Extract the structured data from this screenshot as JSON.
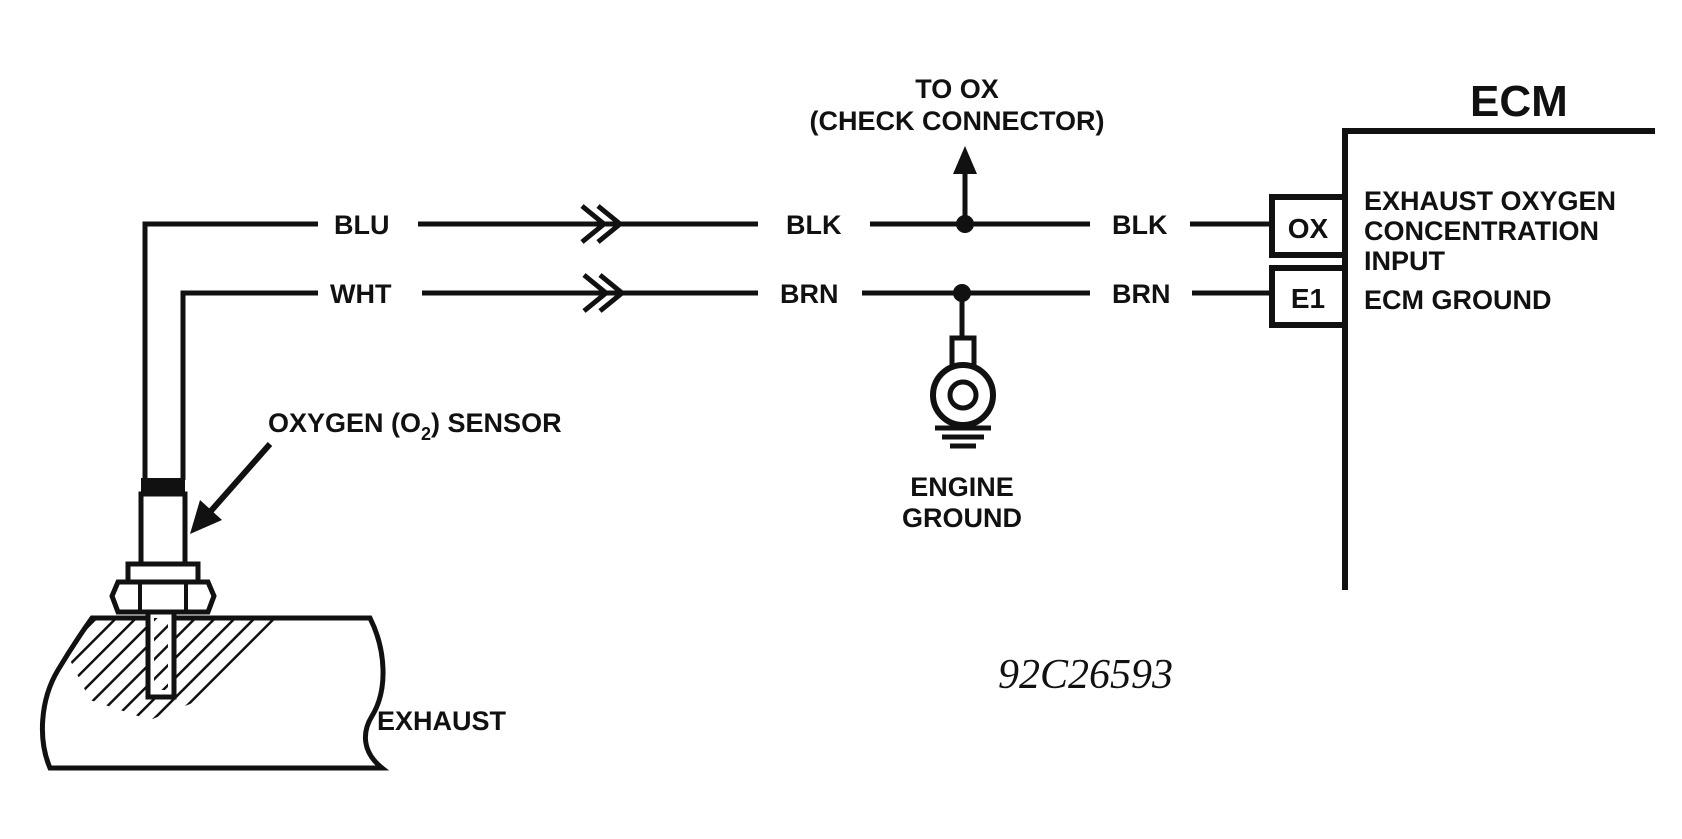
{
  "labels": {
    "to_ox_line1": "TO OX",
    "to_ox_line2": "(CHECK CONNECTOR)",
    "ecm": "ECM",
    "wire_blu": "BLU",
    "wire_wht": "WHT",
    "wire_blk_mid": "BLK",
    "wire_brn_mid": "BRN",
    "wire_blk_right": "BLK",
    "wire_brn_right": "BRN",
    "pin_ox": "OX",
    "pin_e1": "E1",
    "ox_desc_line1": "EXHAUST OXYGEN",
    "ox_desc_line2": "CONCENTRATION",
    "ox_desc_line3": "INPUT",
    "e1_desc": "ECM GROUND",
    "sensor_pre": "OXYGEN (O",
    "sensor_sub": "2",
    "sensor_post": ") SENSOR",
    "engine_ground_line1": "ENGINE",
    "engine_ground_line2": "GROUND",
    "exhaust": "EXHAUST",
    "figure_id": "92C26593"
  }
}
